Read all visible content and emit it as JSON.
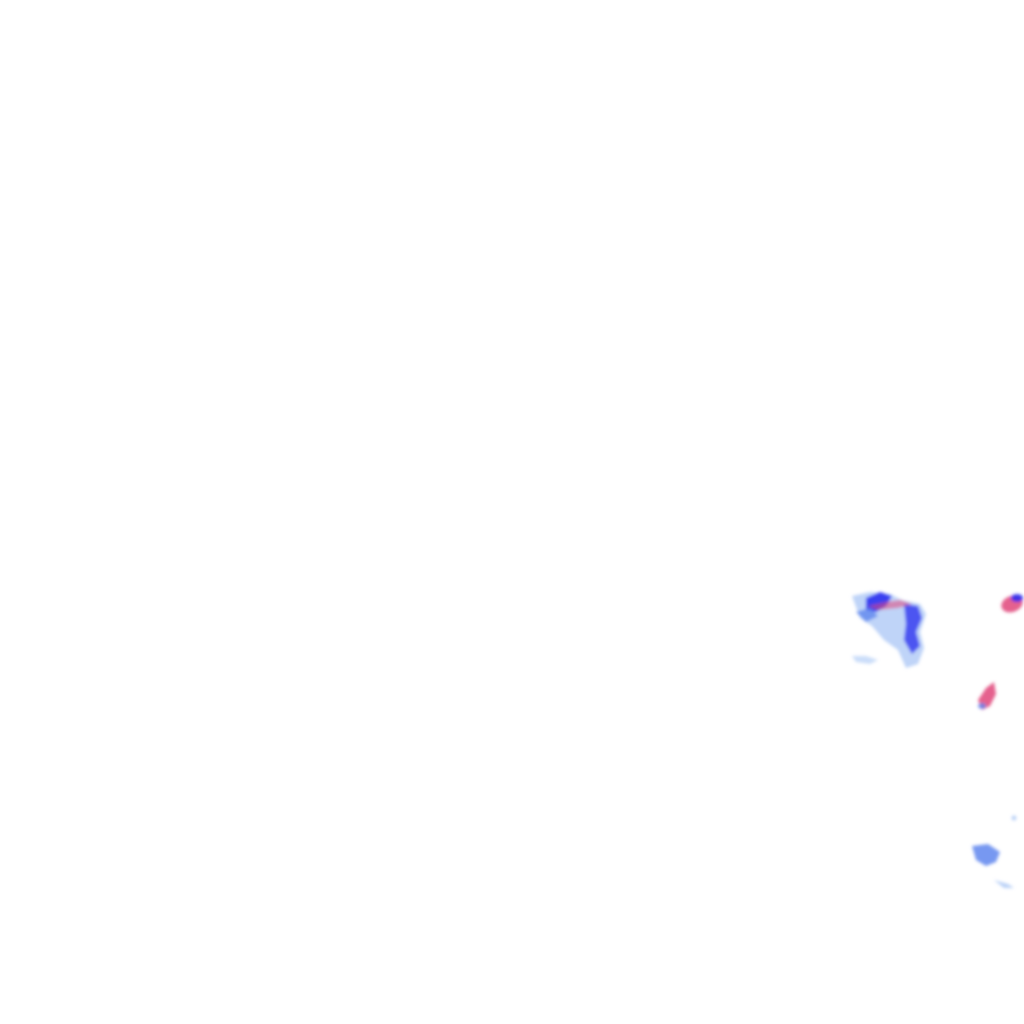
{
  "layer": {
    "kind": "precipitation-radar-overlay",
    "background": "#ffffff"
  },
  "colors": {
    "light_rain": "#a9c6f5",
    "moderate_rain": "#5f86ee",
    "heavy_rain": "#2b2ff0",
    "mixed": "#e0457a",
    "mixed_light": "#f09ab8"
  },
  "echoes": [
    {
      "name": "cell-northwest",
      "intensity": "heavy"
    },
    {
      "name": "cell-northeast",
      "intensity": "mixed"
    },
    {
      "name": "cell-east-middle",
      "intensity": "mixed"
    },
    {
      "name": "cell-southeast",
      "intensity": "moderate"
    },
    {
      "name": "cell-southeast-trail",
      "intensity": "light"
    }
  ]
}
